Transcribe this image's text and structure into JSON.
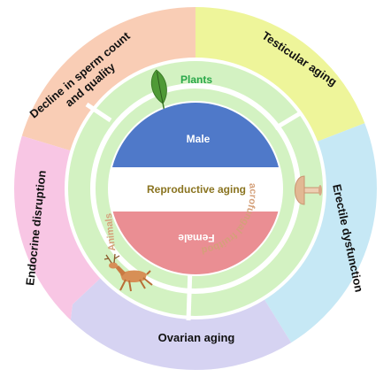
{
  "outer_ring": [
    {
      "label_lines": [
        "Decline in sperm count",
        "and quality"
      ],
      "color": "#f9cdb5"
    },
    {
      "label_lines": [
        "Testicular aging"
      ],
      "color": "#eef59a"
    },
    {
      "label_lines": [
        "Erectile dysfunction"
      ],
      "color": "#c6e8f5"
    },
    {
      "label_lines": [
        "Ovarian aging"
      ],
      "color": "#d6d3f2"
    },
    {
      "label_lines": [
        "Endocrine disruption"
      ],
      "color": "#f8c6e4"
    }
  ],
  "middle_ring": {
    "color": "#d3f2c2",
    "sources": [
      "Plants",
      "Macrofungal fruitbody",
      "Animals"
    ],
    "source_colors": {
      "plants": "#2aa84a",
      "macrofungal": "#d4a07a",
      "animals": "#d4a07a"
    }
  },
  "center": {
    "top": "Male",
    "middle": "Reproductive aging",
    "bottom": "Female",
    "top_color": "#4f79c9",
    "bottom_color": "#ea8e93",
    "middle_text_color": "#8a7420"
  },
  "icons": [
    "leaf-icon",
    "mushroom-icon",
    "deer-icon"
  ]
}
